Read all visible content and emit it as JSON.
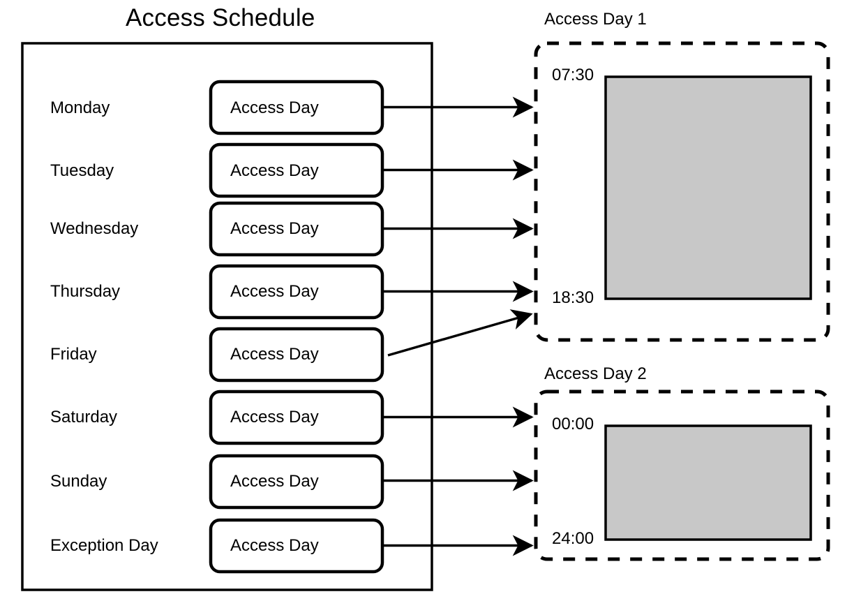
{
  "diagram": {
    "title": "Access Schedule",
    "schedule_panel": {
      "name": "Access Schedule",
      "rows": [
        {
          "day": "Monday",
          "box_label": "Access Day",
          "target": "Access Day 1"
        },
        {
          "day": "Tuesday",
          "box_label": "Access Day",
          "target": "Access Day 1"
        },
        {
          "day": "Wednesday",
          "box_label": "Access Day",
          "target": "Access Day 1"
        },
        {
          "day": "Thursday",
          "box_label": "Access Day",
          "target": "Access Day 1"
        },
        {
          "day": "Friday",
          "box_label": "Access Day",
          "target": "Access Day 1"
        },
        {
          "day": "Saturday",
          "box_label": "Access Day",
          "target": "Access Day 2"
        },
        {
          "day": "Sunday",
          "box_label": "Access Day",
          "target": "Access Day 2"
        },
        {
          "day": "Exception Day",
          "box_label": "Access Day",
          "target": "Access Day 2"
        }
      ]
    },
    "access_days": [
      {
        "name": "Access Day 1",
        "start_time": "07:30",
        "end_time": "18:30",
        "interval_fill": "#C8C8C8"
      },
      {
        "name": "Access Day 2",
        "start_time": "00:00",
        "end_time": "24:00",
        "interval_fill": "#C8C8C8"
      }
    ],
    "colors": {
      "stroke": "#000000",
      "background": "#FFFFFF",
      "interval_fill": "#C8C8C8"
    }
  }
}
